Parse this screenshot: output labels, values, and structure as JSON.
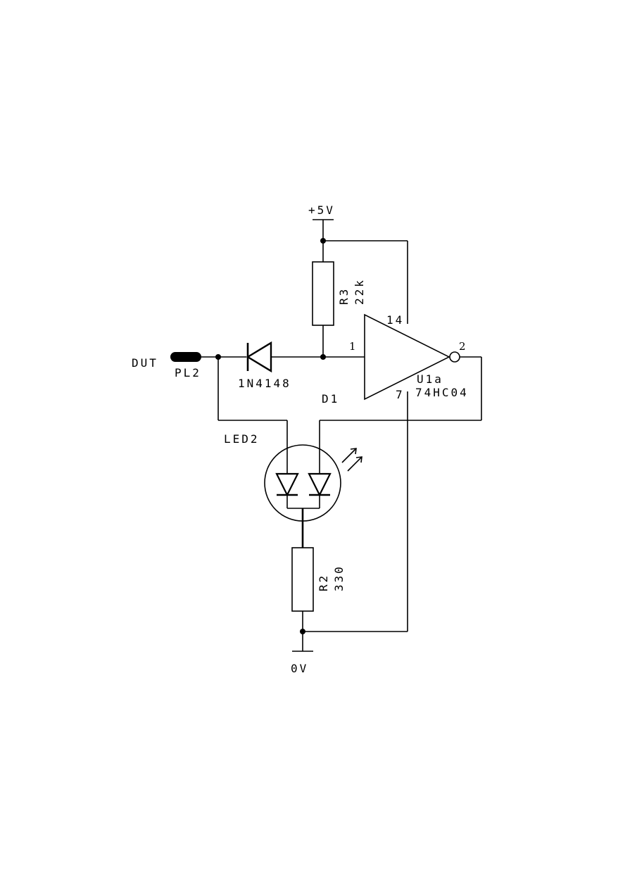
{
  "schematic": {
    "supply_label": "+5V",
    "ground_label": "0V",
    "connector": {
      "designator": "PL2",
      "net_label": "DUT"
    },
    "diode": {
      "designator": "D1",
      "value": "1N4148"
    },
    "resistor_pullup": {
      "designator": "R3",
      "value": "22k"
    },
    "resistor_led": {
      "designator": "R2",
      "value": "330"
    },
    "led": {
      "designator": "LED2"
    },
    "inverter": {
      "designator": "U1a",
      "part": "74HC04",
      "pin_input": "1",
      "pin_output": "2",
      "pin_vcc": "14",
      "pin_gnd": "7"
    }
  }
}
